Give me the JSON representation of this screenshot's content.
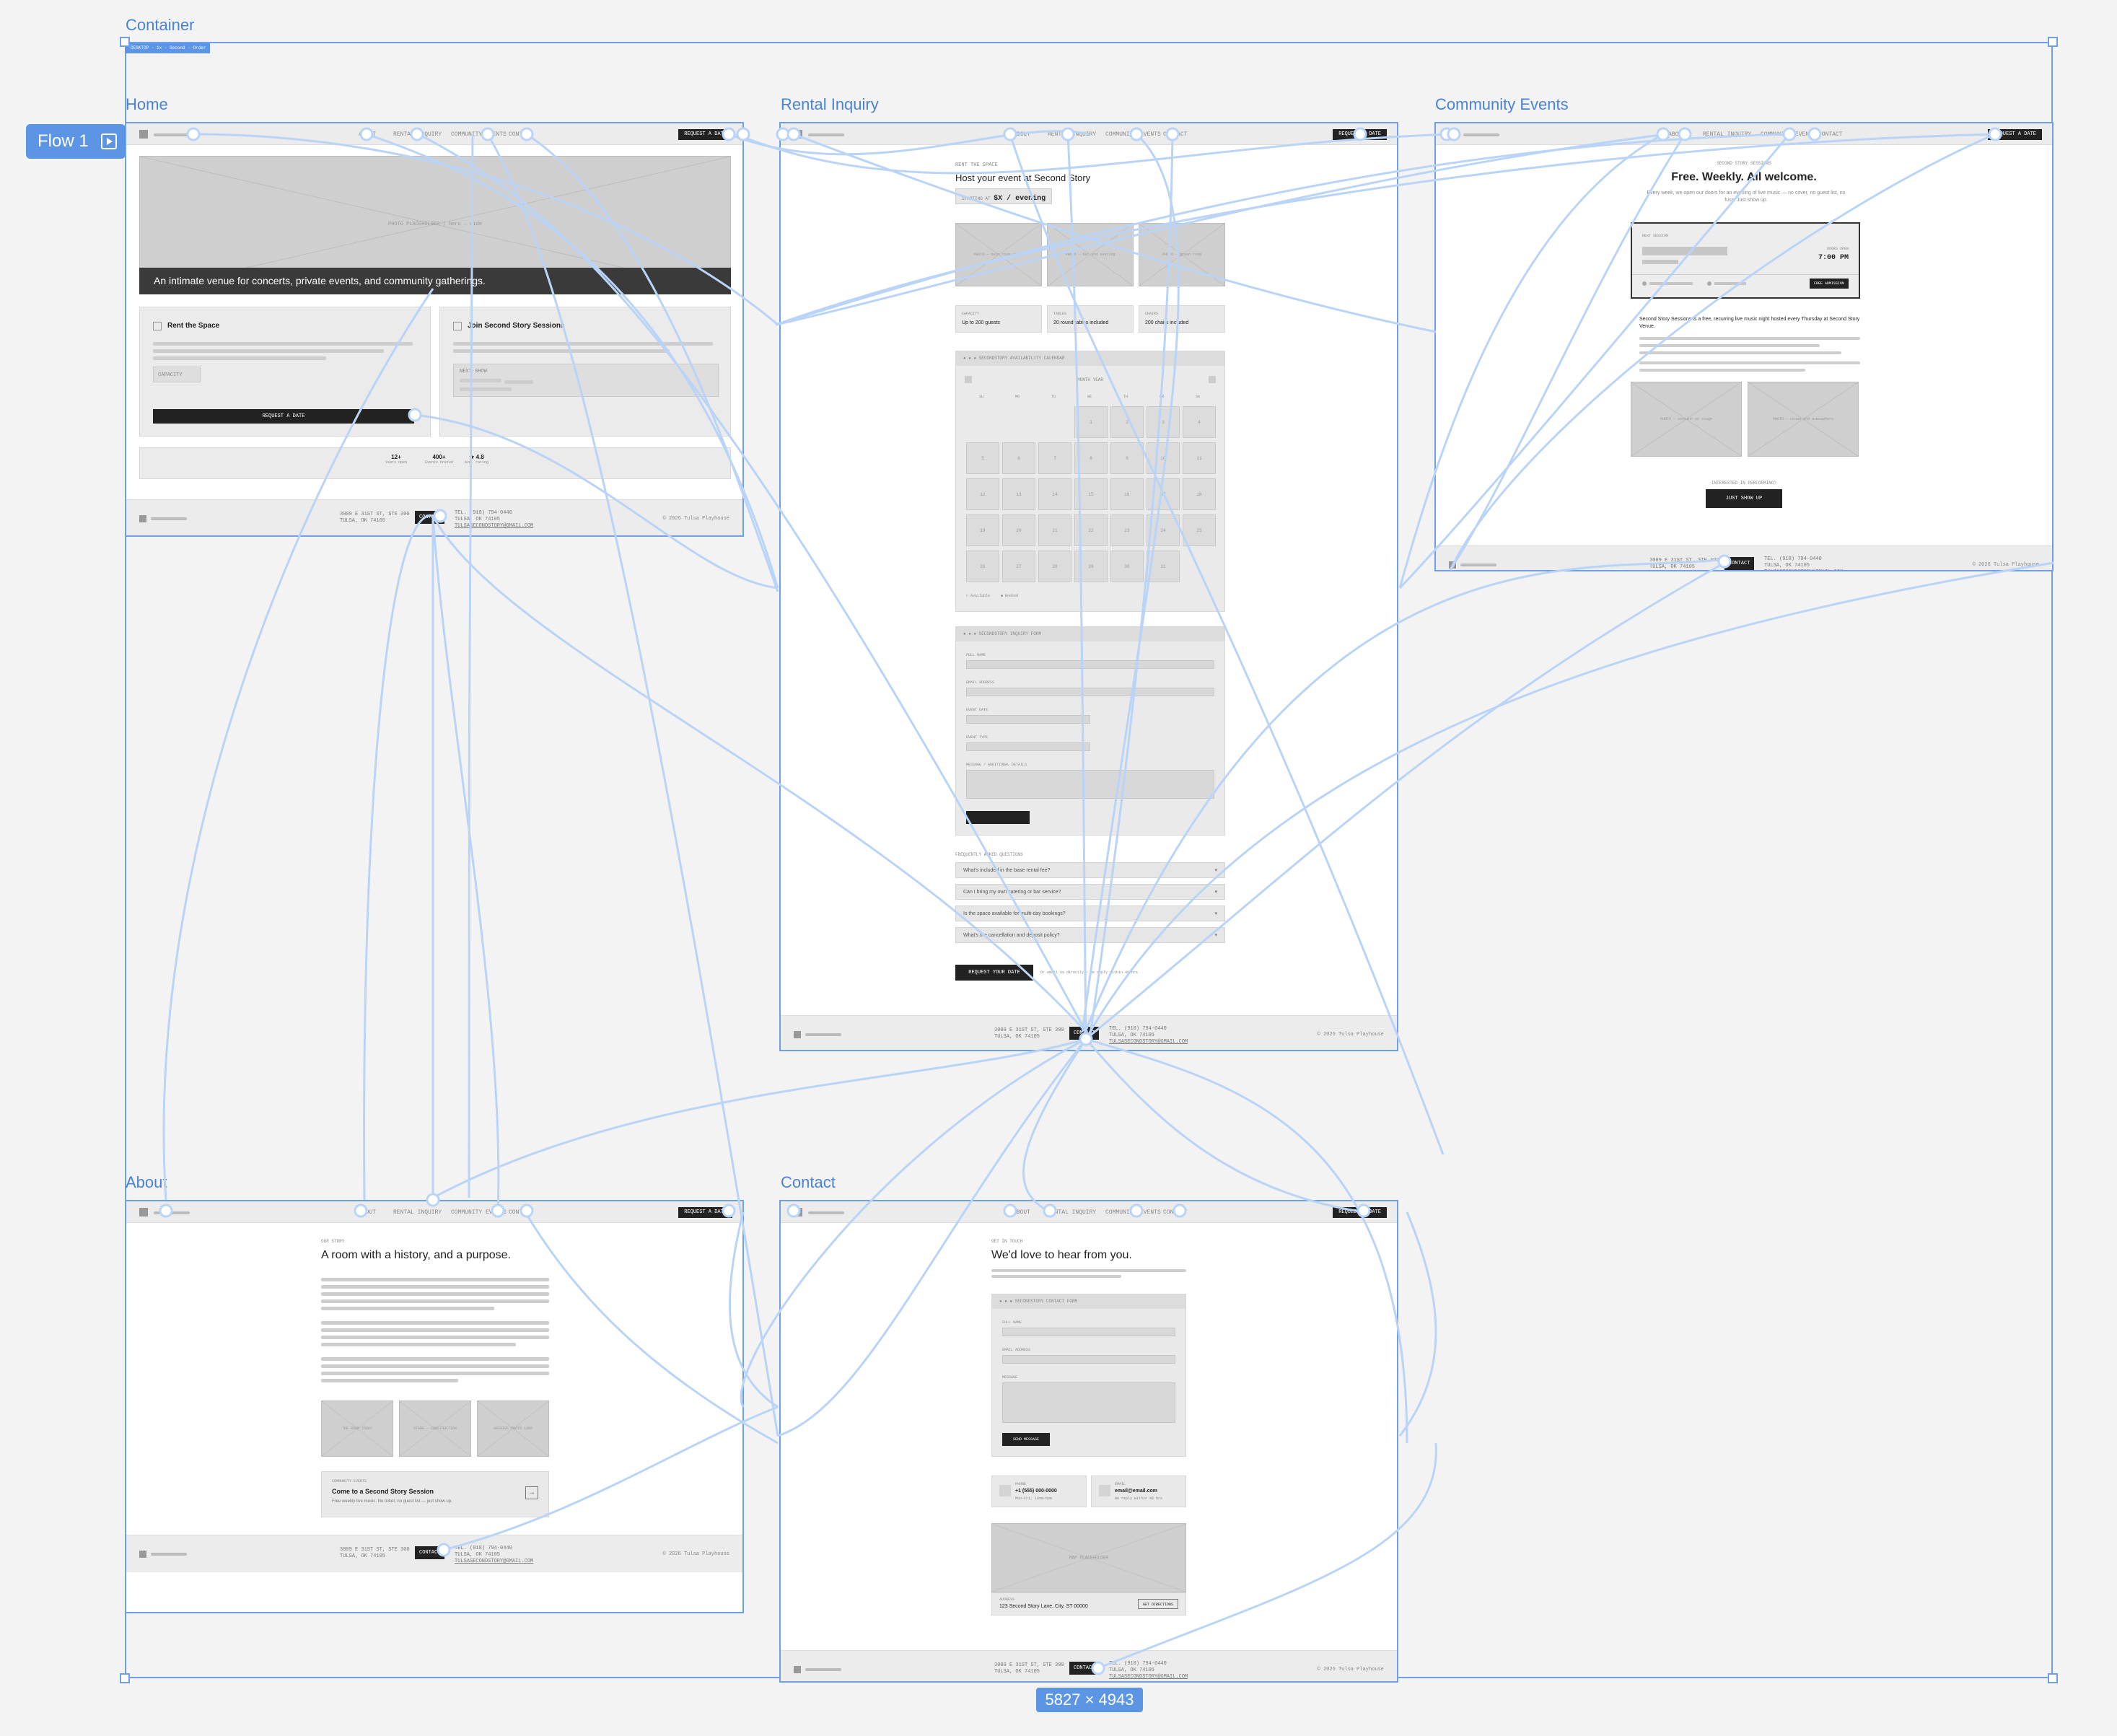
{
  "canvas": {
    "container_label": "Container",
    "container_tag": "DESKTOP · 1x · Second · Order",
    "flow_label": "Flow 1",
    "dimensions_badge": "5827 × 4943",
    "accent_color": "#6f9fe6"
  },
  "frames": {
    "home": {
      "label": "Home",
      "nav": {
        "links": [
          "ABOUT",
          "RENTAL INQUIRY",
          "COMMUNITY EVENTS",
          "CONTACT"
        ],
        "cta": "REQUEST A DATE"
      },
      "hero_label": "PHOTO PLACEHOLDER | hero — wide",
      "hero_caption": "An intimate venue for concerts, private events, and community gatherings.",
      "card_rent": {
        "title": "Rent the Space",
        "capacity": "CAPACITY",
        "button": "REQUEST A DATE"
      },
      "card_sessions": {
        "title": "Join Second Story Sessions",
        "next": "NEXT SHOW"
      },
      "stats": [
        {
          "value": "12+",
          "label": "Years open"
        },
        {
          "value": "400+",
          "label": "Events hosted"
        },
        {
          "value": "★ 4.8",
          "label": "Avg. rating"
        }
      ]
    },
    "rental": {
      "label": "Rental Inquiry",
      "eyebrow": "RENT THE SPACE",
      "title": "Host your event at Second Story",
      "price_prefix": "STARTING AT",
      "price": "$X / evening",
      "photos": [
        "PHOTO — main room stage",
        "PHOTO — bar and seating",
        "PHOTO — green room"
      ],
      "facts": [
        {
          "k": "CAPACITY",
          "v": "Up to 200 guests"
        },
        {
          "k": "TABLES",
          "v": "20 round tables included"
        },
        {
          "k": "CHAIRS",
          "v": "200 chairs included"
        }
      ],
      "calendar_header": "● ● ●  SECONDSTORY AVAILABILITY CALENDAR",
      "calendar_month": "MONTH YEAR",
      "calendar_days": [
        "SU",
        "MO",
        "TU",
        "WE",
        "TH",
        "FR",
        "SA"
      ],
      "calendar_legend": [
        "□ Available",
        "■ Booked"
      ],
      "form_header": "● ● ●  SECONDSTORY INQUIRY FORM",
      "form_fields": [
        "FULL NAME",
        "EMAIL ADDRESS",
        "EVENT DATE",
        "EVENT TYPE",
        "MESSAGE / ADDITIONAL DETAILS"
      ],
      "faq_title": "FREQUENTLY ASKED QUESTIONS",
      "faqs": [
        "What's included in the base rental fee?",
        "Can I bring my own catering or bar service?",
        "Is the space available for multi-day bookings?",
        "What's the cancellation and deposit policy?"
      ],
      "cta": "REQUEST YOUR DATE",
      "cta_note": "Or email us directly — we reply within 48 hrs"
    },
    "community": {
      "label": "Community Events",
      "eyebrow": "SECOND STORY SESSIONS",
      "title": "Free. Weekly. All welcome.",
      "subtitle": "Every week, we open our doors for an evening of live music — no cover, no guest list, no fuss. Just show up.",
      "next_label": "NEXT SESSION",
      "doors_label": "DOORS OPEN",
      "time": "7:00 PM",
      "admission": "FREE ADMISSION",
      "body": "Second Story Sessions is a free, recurring live music night hosted every Thursday at Second Story Venue.",
      "photos": [
        "PHOTO — session on stage",
        "PHOTO — crowd and atmosphere"
      ],
      "footnote": "INTERESTED IN PERFORMING?",
      "cta": "JUST SHOW UP"
    },
    "about": {
      "label": "About",
      "eyebrow": "OUR STORY",
      "title": "A room with a history, and a purpose.",
      "photos": [
        "THE ROOM TODAY",
        "STAGE — CONSTRUCTION",
        "ARCHIVE PHOTO 1985"
      ],
      "promo_eyebrow": "COMMUNITY EVENTS",
      "promo_title": "Come to a Second Story Session",
      "promo_text": "Free weekly live music. No ticket, no guest list — just show up."
    },
    "contact": {
      "label": "Contact",
      "eyebrow": "GET IN TOUCH",
      "title": "We'd love to hear from you.",
      "form_header": "● ● ●  SECONDSTORY CONTACT FORM",
      "fields": [
        "FULL NAME",
        "EMAIL ADDRESS",
        "MESSAGE"
      ],
      "send": "SEND MESSAGE",
      "phone_label": "PHONE",
      "phone": "+1 (555) 000-0000",
      "phone_note": "Mon–Fri, 10am–6pm",
      "email_label": "EMAIL",
      "email": "email@email.com",
      "email_note": "We reply within 48 hrs",
      "map_label": "MAP PLACEHOLDER",
      "address_label": "ADDRESS",
      "address": "123 Second Story Lane, City, ST 00000",
      "directions": "GET DIRECTIONS"
    }
  },
  "footer": {
    "address": "3009 E 31ST ST, STE 300\nTULSA, OK 74105",
    "contact_btn": "CONTACT",
    "phone": "TEL. (918) 794-0440",
    "city": "TULSA, OK 74105",
    "email": "TULSASECONDSTORY@GMAIL.COM",
    "copyright": "© 2026 Tulsa Playhouse"
  }
}
